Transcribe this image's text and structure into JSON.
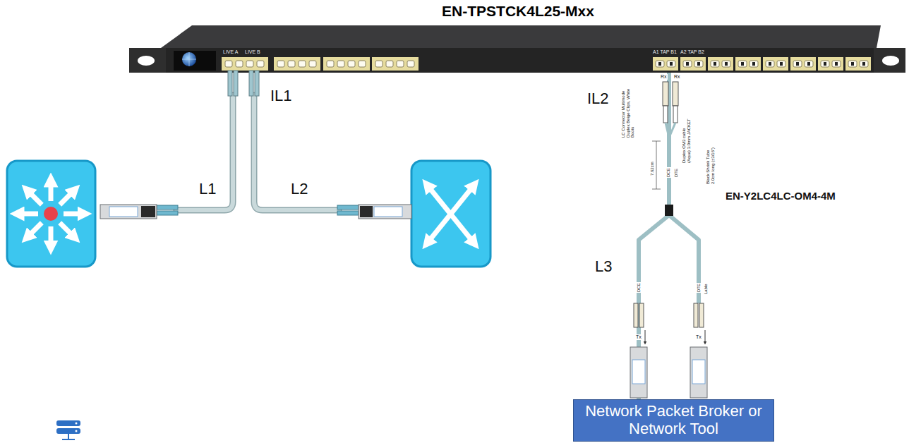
{
  "diagram": {
    "title": "EN-TPSTCK4L25-Mxx",
    "nodes": [
      {
        "text": [
          "LIVE A",
          "LIVE B",
          "A1 TAP B1",
          "A2 TAP B2"
        ]
      },
      {
        "text": [
          "Network Packet Broker or Network Tool"
        ]
      }
    ],
    "edges": [
      {
        "from": 0,
        "to": 1,
        "arrow": "none"
      }
    ],
    "labels": [
      "IL1",
      "L1",
      "L2",
      "IL2",
      "EN-Y2LC4LC-OM4-4M",
      "L3",
      "Rx",
      "Rx",
      "LC Connector Multimode Duplex Beige Clips, White Boots",
      "Duplex OM3 cable (Aqua) 3.0mm JACKET",
      "DCE",
      "DTE",
      "7.62cm",
      "Black Shrink Tube 2.0cm long (±3/16\")",
      "DCE",
      "DTE",
      "Lable",
      "Tx",
      "Tx"
    ]
  }
}
